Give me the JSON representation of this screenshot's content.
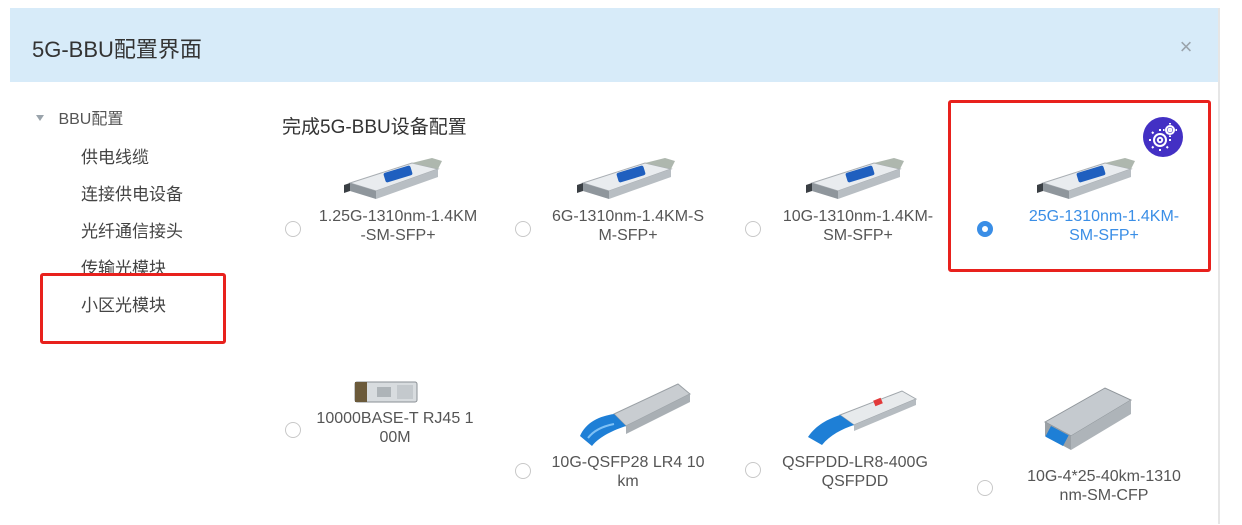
{
  "dialog": {
    "title": "5G-BBU配置界面",
    "close_glyph": "×"
  },
  "tree": {
    "root_label": "BBU配置",
    "items": [
      {
        "label": "供电线缆"
      },
      {
        "label": "连接供电设备"
      },
      {
        "label": "光纤通信接头"
      },
      {
        "label": "传输光模块"
      },
      {
        "label": "小区光模块"
      }
    ]
  },
  "main": {
    "title": "完成5G-BBU设备配置",
    "products": [
      {
        "line1": "1.25G-1310nm-1.4KM",
        "line2": "-SM-SFP+",
        "selected": false,
        "image": "sfp-module"
      },
      {
        "line1": "6G-1310nm-1.4KM-S",
        "line2": "M-SFP+",
        "selected": false,
        "image": "sfp-module"
      },
      {
        "line1": "10G-1310nm-1.4KM-",
        "line2": "SM-SFP+",
        "selected": false,
        "image": "sfp-module"
      },
      {
        "line1": "25G-1310nm-1.4KM-",
        "line2": "SM-SFP+",
        "selected": true,
        "image": "sfp-module"
      },
      {
        "line1": "10000BASE-T RJ45 1",
        "line2": "00M",
        "selected": false,
        "image": "rj45-module"
      },
      {
        "line1": "10G-QSFP28 LR4 10",
        "line2": "km",
        "selected": false,
        "image": "qsfp28-module"
      },
      {
        "line1": "QSFPDD-LR8-400G",
        "line2": "QSFPDD",
        "selected": false,
        "image": "qsfpdd-module"
      },
      {
        "line1": "10G-4*25-40km-1310",
        "line2": "nm-SM-CFP",
        "selected": false,
        "image": "cfp-module"
      }
    ]
  },
  "badge": {
    "icon": "gear-icon",
    "color": "#4330c4"
  },
  "colors": {
    "header_bg": "#d7ebf9",
    "accent": "#3a8ee6",
    "highlight_border": "#e8211d"
  }
}
